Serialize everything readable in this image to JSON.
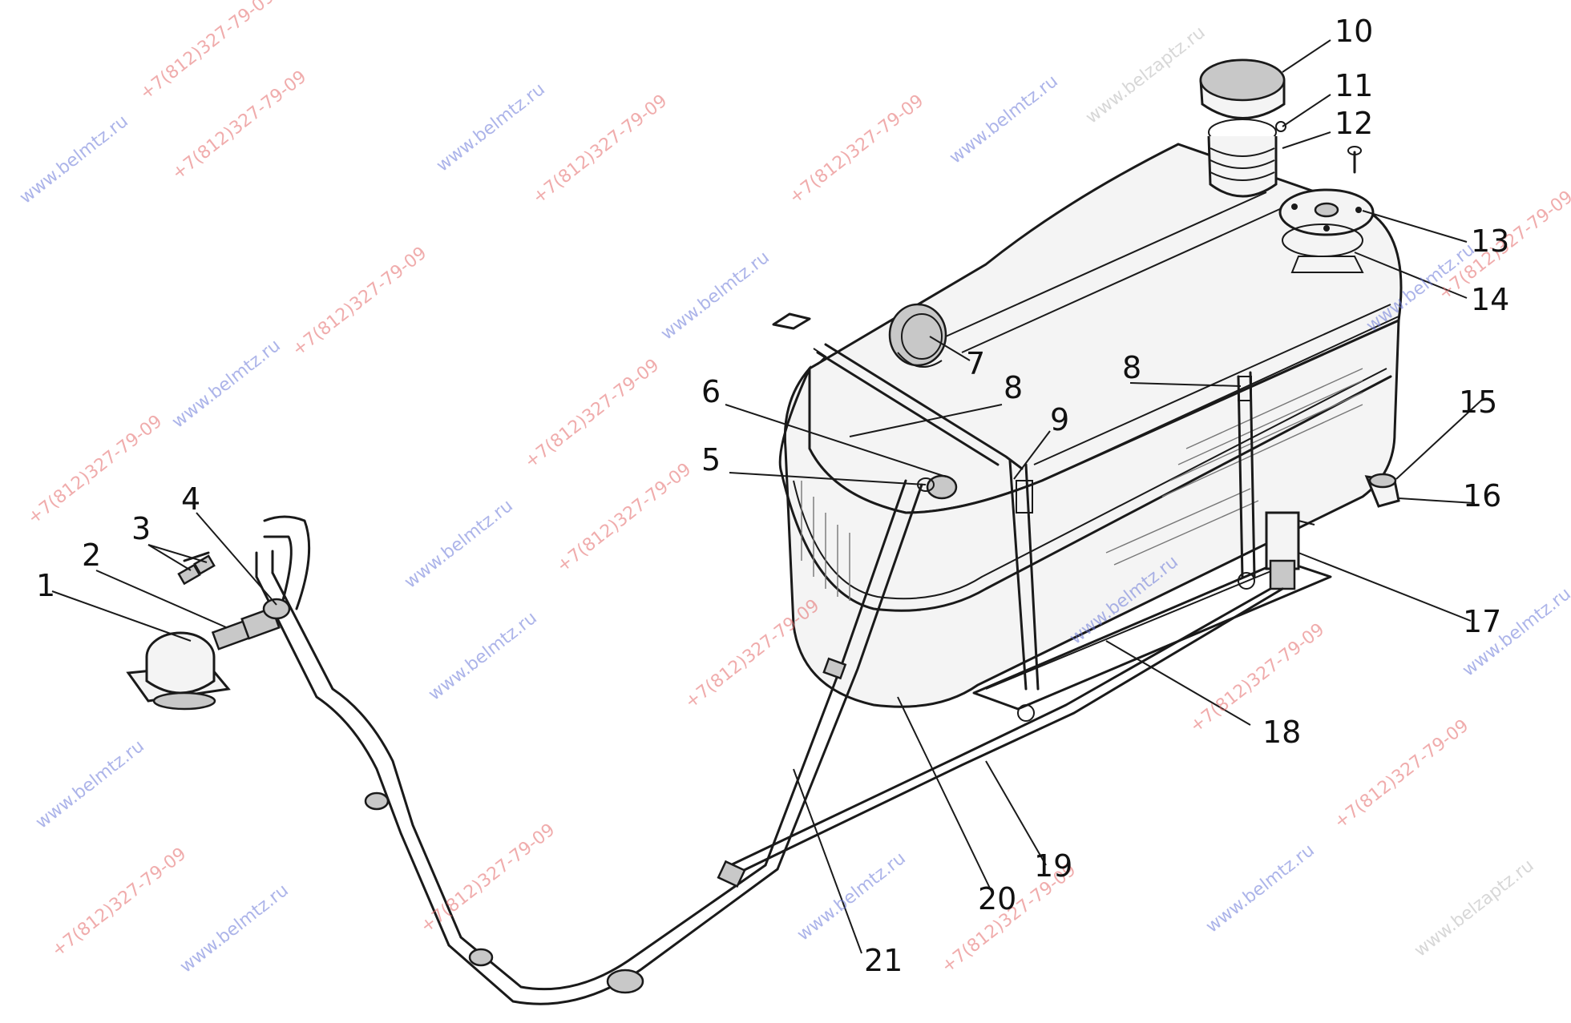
{
  "watermarks": {
    "site": "www.belmtz.ru",
    "phone": "+7(812)327-79-09",
    "alt_site": "www.belzaptz.ru"
  },
  "callouts": [
    {
      "id": "1",
      "label": "1"
    },
    {
      "id": "2",
      "label": "2"
    },
    {
      "id": "3",
      "label": "3"
    },
    {
      "id": "4",
      "label": "4"
    },
    {
      "id": "5",
      "label": "5"
    },
    {
      "id": "6",
      "label": "6"
    },
    {
      "id": "7",
      "label": "7"
    },
    {
      "id": "8a",
      "label": "8"
    },
    {
      "id": "8b",
      "label": "8"
    },
    {
      "id": "9",
      "label": "9"
    },
    {
      "id": "10",
      "label": "10"
    },
    {
      "id": "11",
      "label": "11"
    },
    {
      "id": "12",
      "label": "12"
    },
    {
      "id": "13",
      "label": "13"
    },
    {
      "id": "14",
      "label": "14"
    },
    {
      "id": "15",
      "label": "15"
    },
    {
      "id": "16",
      "label": "16"
    },
    {
      "id": "17",
      "label": "17"
    },
    {
      "id": "18",
      "label": "18"
    },
    {
      "id": "19",
      "label": "19"
    },
    {
      "id": "20",
      "label": "20"
    },
    {
      "id": "21",
      "label": "21"
    }
  ]
}
